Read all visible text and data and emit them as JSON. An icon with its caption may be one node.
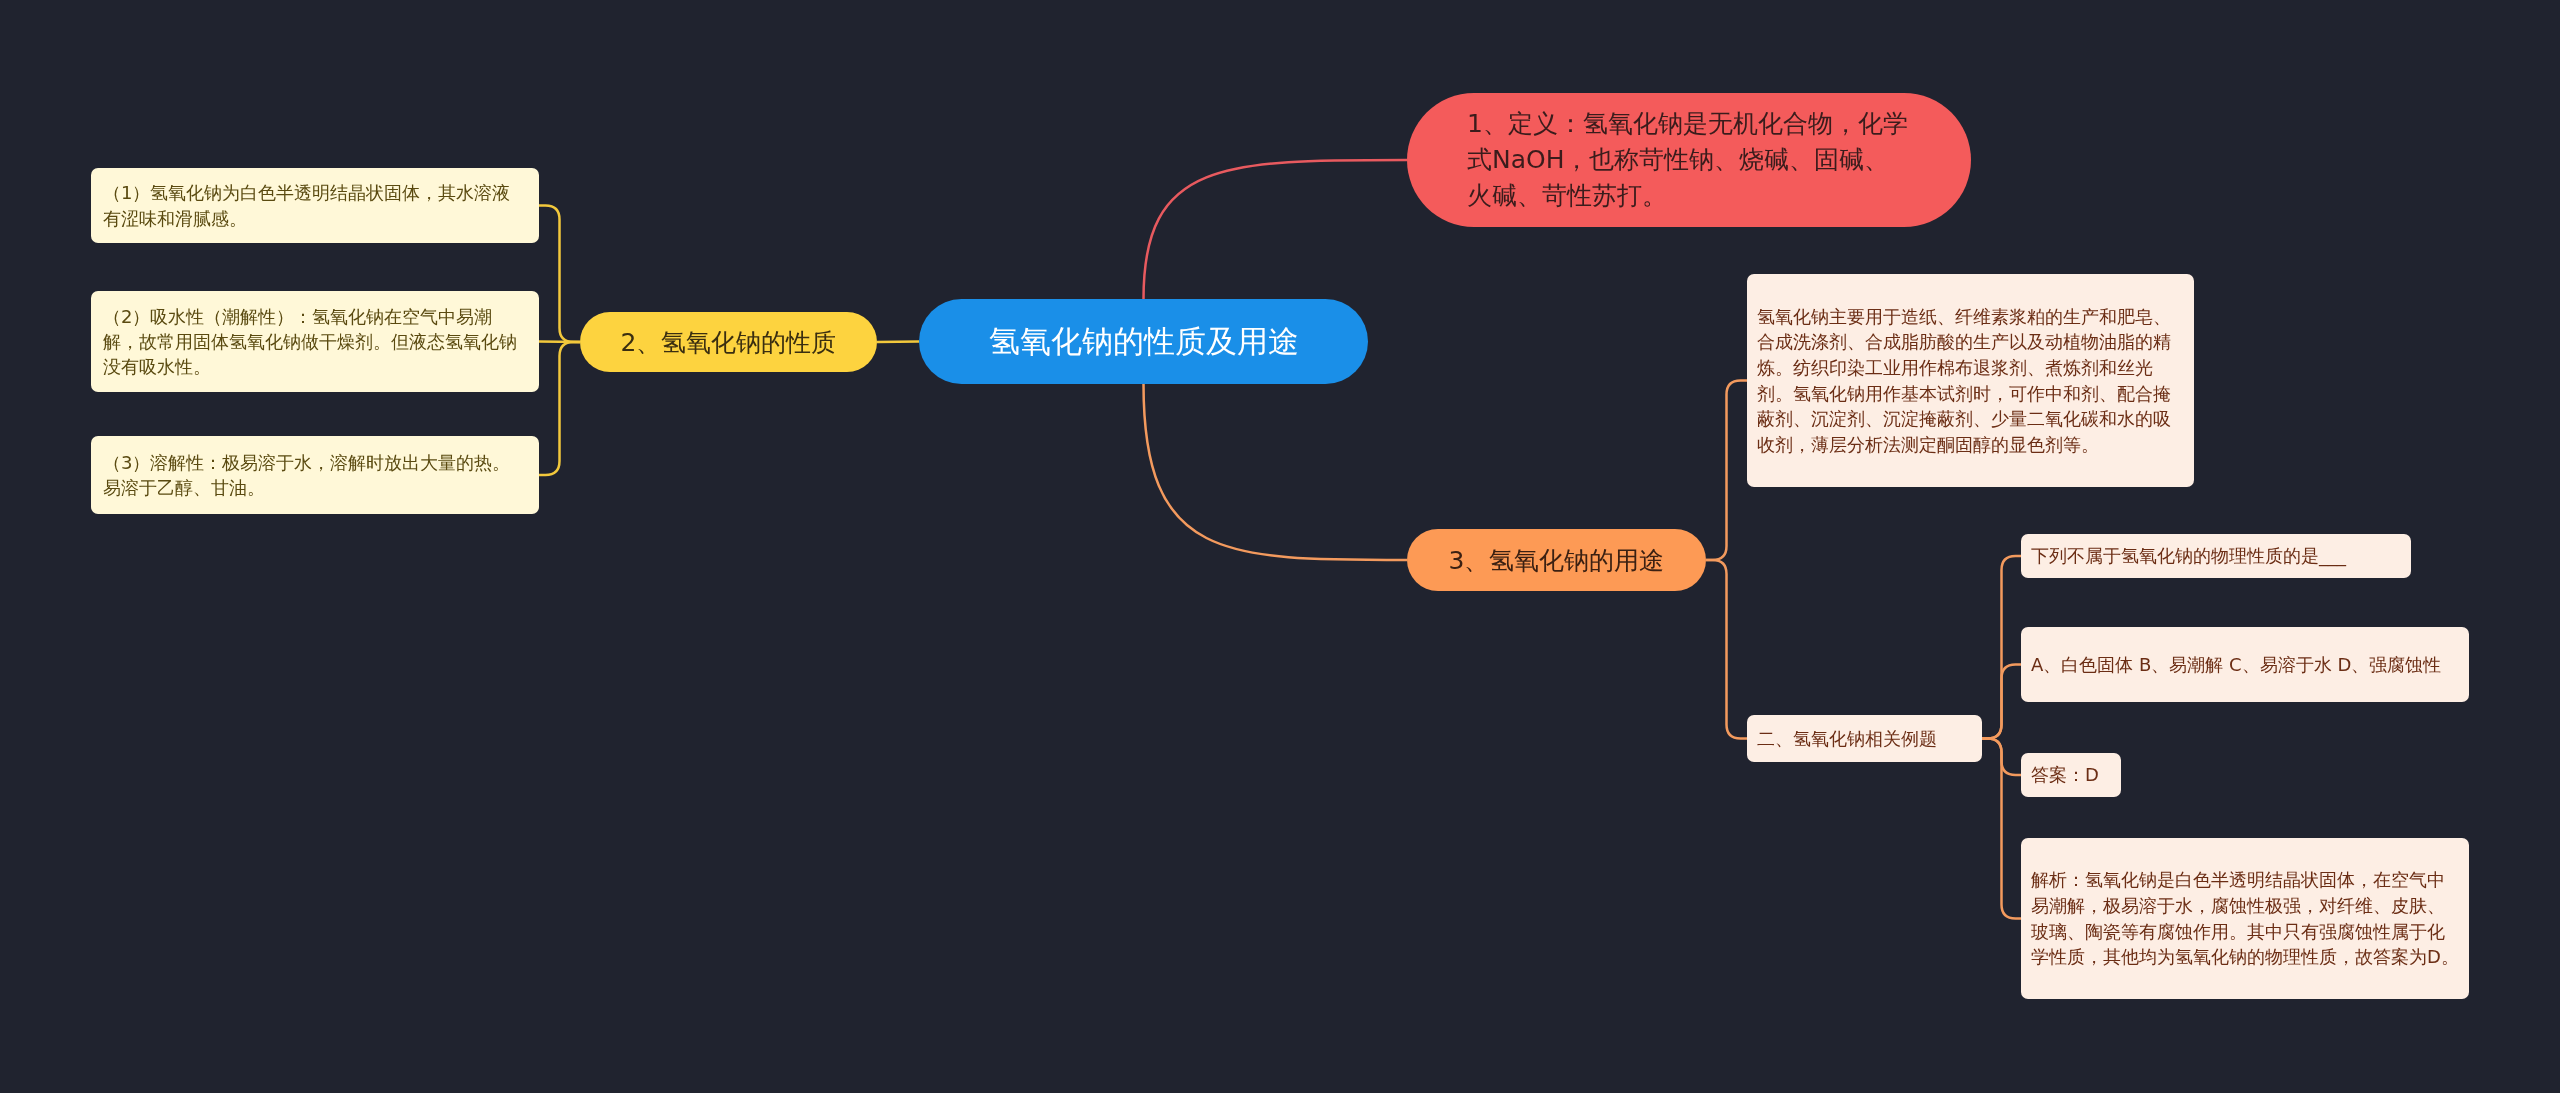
{
  "diagram": {
    "nodes": [
      {
        "text": [
          "氢氧化钠的性质及用途"
        ]
      },
      {
        "text": [
          "1、定义：氢氧化钠是无机化合物，化学式NaOH，也称苛性钠、烧碱、固碱、火碱、苛性苏打。"
        ]
      },
      {
        "text": [
          "2、氢氧化钠的性质"
        ]
      },
      {
        "text": [
          "（1）氢氧化钠为白色半透明结晶状固体，其水溶液有涩味和滑腻感。"
        ]
      },
      {
        "text": [
          "（2）吸水性（潮解性）：氢氧化钠在空气中易潮解，故常用固体氢氧化钠做干燥剂。但液态氢氧化钠没有吸水性。"
        ]
      },
      {
        "text": [
          "（3）溶解性：极易溶于水，溶解时放出大量的热。易溶于乙醇、甘油。"
        ]
      },
      {
        "text": [
          "3、氢氧化钠的用途"
        ]
      },
      {
        "text": [
          "氢氧化钠主要用于造纸、纤维素浆粕的生产和肥皂、合成洗涤剂、合成脂肪酸的生产以及动植物油脂的精炼。纺织印染工业用作棉布退浆剂、煮炼剂和丝光剂。氢氧化钠用作基本试剂时，可作中和剂、配合掩蔽剂、沉淀剂、沉淀掩蔽剂、少量二氧化碳和水的吸收剂，薄层分析法测定酮固醇的显色剂等。"
        ]
      },
      {
        "text": [
          "二、氢氧化钠相关例题"
        ]
      },
      {
        "text": [
          "下列不属于氢氧化钠的物理性质的是___"
        ]
      },
      {
        "text": [
          "A、白色固体 B、易潮解 C、易溶于水 D、强腐蚀性"
        ]
      },
      {
        "text": [
          "答案：D"
        ]
      },
      {
        "text": [
          "解析：氢氧化钠是白色半透明结晶状固体，在空气中易潮解，极易溶于水，腐蚀性极强，对纤维、皮肤、玻璃、陶瓷等有腐蚀作用。其中只有强腐蚀性属于化学性质，其他均为氢氧化钠的物理性质，故答案为D。"
        ]
      }
    ],
    "edges": [
      {
        "from": 0,
        "to": 1,
        "arrow": "none",
        "color": "#e85a5f"
      },
      {
        "from": 0,
        "to": 2,
        "arrow": "none",
        "color": "#f2c83c"
      },
      {
        "from": 0,
        "to": 6,
        "arrow": "none"
      },
      {
        "from": 2,
        "to": 3,
        "arrow": "none",
        "color": "#f2c83c"
      },
      {
        "from": 2,
        "to": 4,
        "arrow": "none",
        "color": "#f2c83c"
      },
      {
        "from": 2,
        "to": 5,
        "arrow": "none",
        "color": "#f2c83c"
      },
      {
        "from": 6,
        "to": 7,
        "arrow": "none"
      },
      {
        "from": 6,
        "to": 8,
        "arrow": "none"
      },
      {
        "from": 8,
        "to": 9,
        "arrow": "none"
      },
      {
        "from": 8,
        "to": 10,
        "arrow": "none"
      },
      {
        "from": 8,
        "to": 11,
        "arrow": "none"
      },
      {
        "from": 8,
        "to": 12,
        "arrow": "none"
      }
    ]
  }
}
